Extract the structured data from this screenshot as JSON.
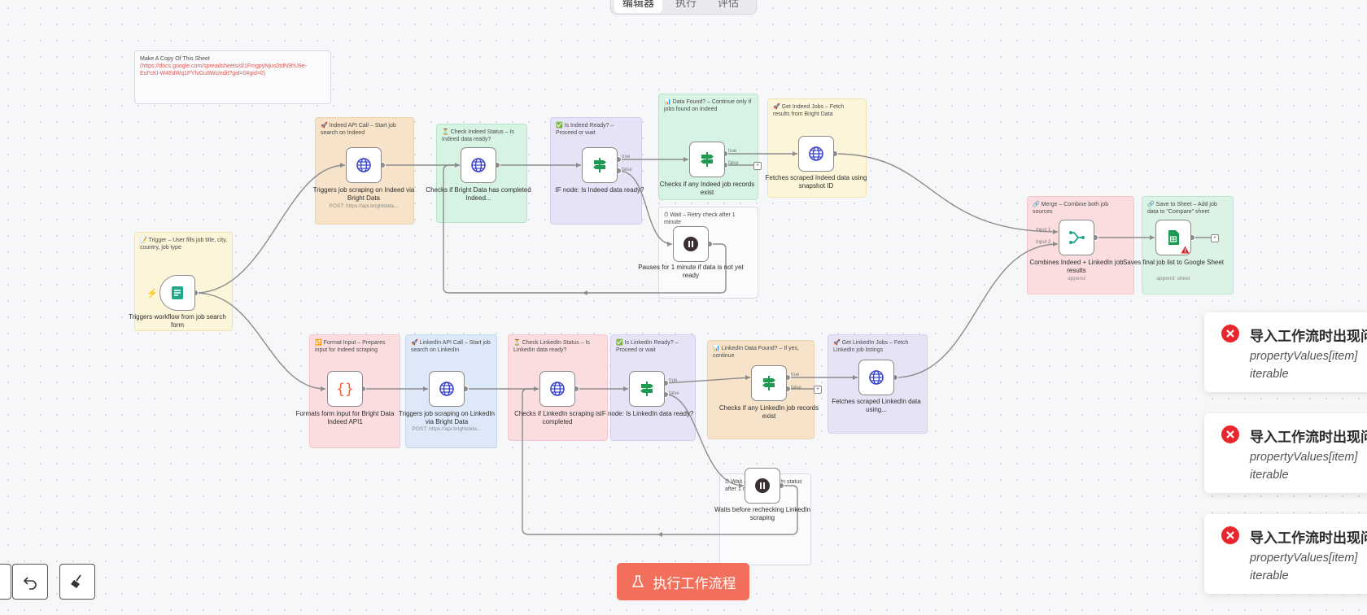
{
  "topbar": {
    "tabs": [
      "编辑器",
      "执行",
      "评估"
    ],
    "active_tab": "编辑器"
  },
  "notes": {
    "copy_sheet": {
      "title": "Make A Copy Of This Sheet",
      "link": "(https://docs.google.com/spreadsheets/d/1FmgpyNjus0tdN9hU9e-EsFcKl-W4EdWq1PYfvGu8Wc/edit?gid=0#gid=0)"
    },
    "trigger": "📝 Trigger – User fills job title, city, country, job type",
    "format_input": "🔁 Format Input – Prepares input for Indeed scraping",
    "indeed_api": "🚀 Indeed API Call – Start job search on Indeed",
    "check_indeed_status": "⏳ Check Indeed Status – Is Indeed data ready?",
    "indeed_ready": "✅ Is Indeed Ready? – Proceed or wait",
    "indeed_data_found": "📊 Data Found? – Continue only if jobs found on Indeed",
    "get_indeed_jobs": "🚀 Get Indeed Jobs – Fetch results from Bright Data",
    "indeed_wait": "⏱ Wait – Retry check after 1 minute",
    "linkedin_api": "🚀 LinkedIn API Call – Start job search on LinkedIn",
    "check_linkedin_status": "⏳ Check LinkedIn Status – Is LinkedIn data ready?",
    "linkedin_ready": "✅ Is LinkedIn Ready? – Proceed or wait",
    "linkedin_data_found": "📊 LinkedIn Data Found? – If yes, continue",
    "get_linkedin_jobs": "🚀 Get LinkedIn Jobs – Fetch LinkedIn job listings",
    "linkedin_wait": "⏱ Wait – Retry LinkedIn status after 1 minute",
    "merge": "🔗 Merge – Combine both job sources",
    "save_sheet": "🔗 Save to Sheet – Add job data to \"Compare\" sheet"
  },
  "nodes": {
    "trigger": {
      "label": "Triggers workflow from job search form",
      "icon": "form-trigger-icon"
    },
    "format_input": {
      "label": "Formats form input for Bright Data Indeed API1",
      "icon": "code-braces-icon"
    },
    "indeed_api": {
      "label": "Triggers job scraping on Indeed via Bright Data",
      "sub": "POST: https://api.brightdata...",
      "icon": "globe-icon"
    },
    "check_indeed": {
      "label": "Checks if Bright Data has completed Indeed...",
      "icon": "globe-icon"
    },
    "if_indeed": {
      "label": "IF node: Is Indeed data ready?",
      "icon": "signpost-icon"
    },
    "indeed_found": {
      "label": "Checks if any Indeed job records exist",
      "icon": "signpost-icon"
    },
    "fetch_indeed": {
      "label": "Fetches scraped Indeed data using snapshot ID",
      "icon": "globe-icon"
    },
    "wait_indeed": {
      "label": "Pauses for 1 minute if data is not yet ready",
      "icon": "pause-icon"
    },
    "linkedin_api": {
      "label": "Triggers job scraping on LinkedIn via Bright Data",
      "sub": "POST: https://api.brightdata...",
      "icon": "globe-icon"
    },
    "check_linkedin": {
      "label": "Checks if LinkedIn scraping is completed",
      "icon": "globe-icon"
    },
    "if_linkedin": {
      "label": "IF node: Is LinkedIn data ready?",
      "icon": "signpost-icon"
    },
    "linkedin_found": {
      "label": "Checks if any LinkedIn job records exist",
      "icon": "signpost-icon"
    },
    "fetch_linkedin": {
      "label": "Fetches scraped LinkedIn data using...",
      "icon": "globe-icon"
    },
    "wait_linkedin": {
      "label": "Waits before rechecking LinkedIn scraping",
      "icon": "pause-icon"
    },
    "merge": {
      "label": "Combines Indeed + LinkedIn job results",
      "sub": "append",
      "icon": "merge-icon"
    },
    "sheet": {
      "label": "Saves final job list to Google Sheet",
      "sub": "append: sheet",
      "icon": "google-sheets-icon"
    }
  },
  "ports": {
    "true": "true",
    "false": "false",
    "input1": "Input 1",
    "input2": "Input 2"
  },
  "toasts": [
    {
      "title": "导入工作流时出现问题",
      "message": "propertyValues[item]\niterable"
    },
    {
      "title": "导入工作流时出现问题",
      "message": "propertyValues[item]\niterable"
    },
    {
      "title": "导入工作流时出现问题",
      "message": "propertyValues[item]\niterable"
    }
  ],
  "run_button": {
    "label": "执行工作流程"
  },
  "colors": {
    "accent": "#f26f5b",
    "error": "#e8262e",
    "globe": "#3b46c9",
    "if_green": "#1e9a53"
  }
}
